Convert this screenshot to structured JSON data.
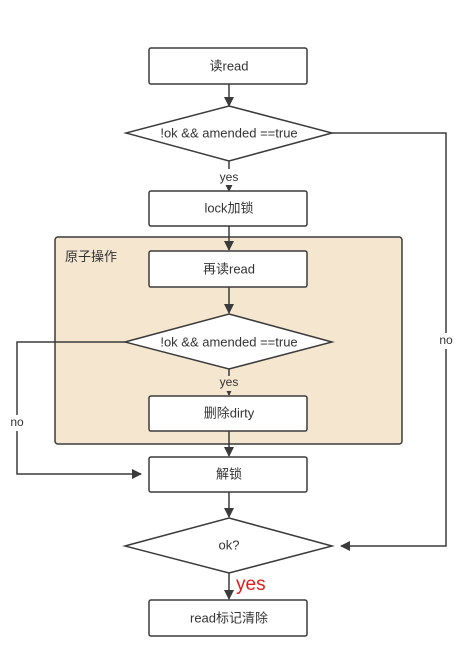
{
  "group": {
    "label": "原子操作"
  },
  "nodes": {
    "read": "读read",
    "check1": "!ok && amended ==true",
    "lock": "lock加锁",
    "reread": "再读read",
    "check2": "!ok && amended ==true",
    "delete_dirty": "删除dirty",
    "unlock": "解锁",
    "ok_check": "ok?",
    "clear_flag": "read标记清除"
  },
  "edges": {
    "check1_yes": "yes",
    "check1_no": "no",
    "check2_yes": "yes",
    "check2_no": "no",
    "ok_yes": "yes"
  },
  "colors": {
    "group_fill": "#f5e6d0",
    "stroke": "#3b3b3b",
    "yes_highlight": "#e31b1b"
  }
}
